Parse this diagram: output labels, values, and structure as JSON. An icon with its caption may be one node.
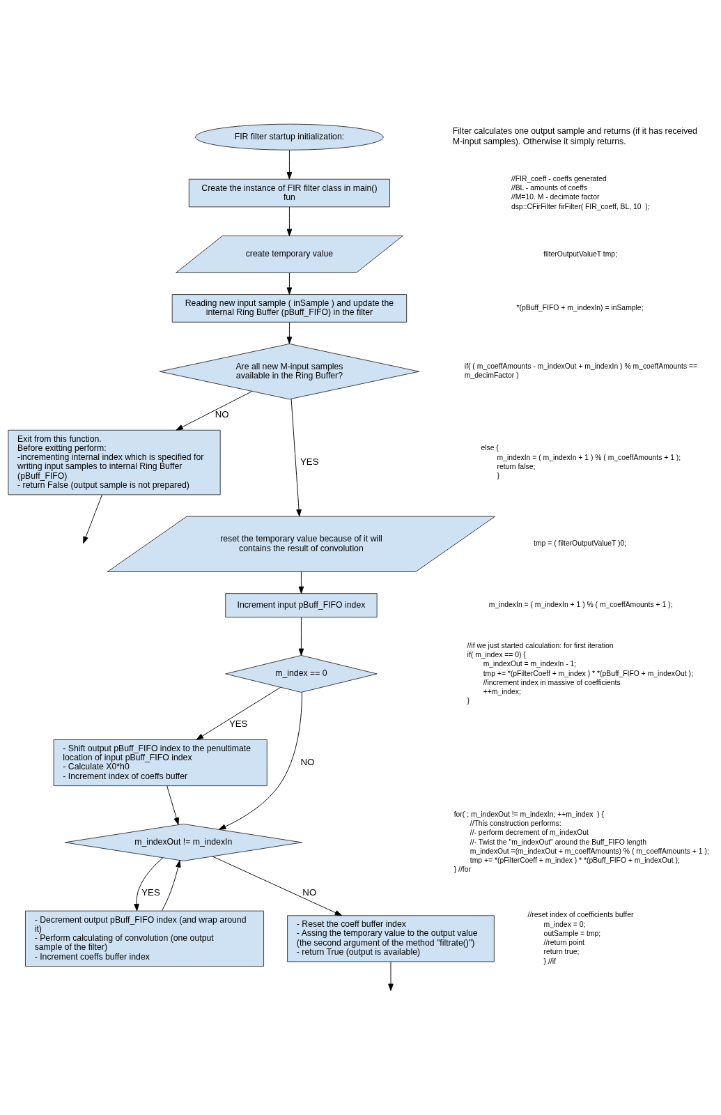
{
  "diagram": {
    "nodes": [
      {
        "text": [
          "FIR filter startup initialization:"
        ]
      },
      {
        "text": [
          "Create the instance of FIR filter class in main() fun"
        ]
      },
      {
        "text": [
          "create temporary value"
        ]
      },
      {
        "text": [
          "Reading new input sample ( inSample ) and update the internal Ring Buffer (pBuff_FIFO) in the filter"
        ]
      },
      {
        "text": [
          "Are all new M-input samples available in the Ring Buffer?"
        ]
      },
      {
        "text": [
          "Exit from this function.",
          "Before exitting perform:",
          "-incrementing internal index which is specified for writing input samples to internal Ring Buffer (pBuff_FIFO)",
          "- return False (output sample is not prepared)"
        ]
      },
      {
        "text": [
          "reset the temporary value because of it will contains the result of convolution"
        ]
      },
      {
        "text": [
          "Increment input pBuff_FIFO index"
        ]
      },
      {
        "text": [
          "m_index == 0"
        ]
      },
      {
        "text": [
          "- Shift output pBuff_FIFO index to the penultimate location of input pBuff_FIFO index",
          "- Calculate X0*h0",
          "- Increment index of coeffs buffer"
        ]
      },
      {
        "text": [
          "m_indexOut != m_indexIn"
        ]
      },
      {
        "text": [
          "- Decrement output pBuff_FIFO index (and wrap around it)",
          "- Perform calculating of convolution (one output sample of the filter)",
          "- Increment coeffs buffer index"
        ]
      },
      {
        "text": [
          "- Reset the coeff buffer index",
          "- Assing the temporary value to the output value (the second argument of the method \"filtrate()\")",
          "- return True (output is available)"
        ]
      }
    ],
    "edges": [
      {
        "from": 0,
        "to": 1,
        "arrow": "to"
      },
      {
        "from": 1,
        "to": 2,
        "arrow": "to"
      },
      {
        "from": 2,
        "to": 3,
        "arrow": "to"
      },
      {
        "from": 3,
        "to": 4,
        "arrow": "to"
      },
      {
        "from": 4,
        "to": 5,
        "label": "NO",
        "arrow": "to"
      },
      {
        "from": 4,
        "to": 6,
        "label": "YES",
        "arrow": "to"
      },
      {
        "from": 5,
        "to": null,
        "arrow": "to"
      },
      {
        "from": 6,
        "to": 7,
        "arrow": "to"
      },
      {
        "from": 7,
        "to": 8,
        "arrow": "to"
      },
      {
        "from": 8,
        "to": 9,
        "label": "YES",
        "arrow": "to"
      },
      {
        "from": 8,
        "to": 10,
        "label": "NO",
        "arrow": "to"
      },
      {
        "from": 9,
        "to": 10,
        "arrow": "to"
      },
      {
        "from": 11,
        "to": 10,
        "arrow": "to"
      },
      {
        "from": 10,
        "to": 11,
        "label": "YES",
        "arrow": "to"
      },
      {
        "from": 10,
        "to": 12,
        "label": "NO",
        "arrow": "to"
      },
      {
        "from": 12,
        "to": null,
        "arrow": "to"
      }
    ],
    "labels": [
      "Filter calculates one output sample and returns (if it has received M-input samples). Otherwise it simply returns.",
      "//FIR_coeff - coeffs generated",
      "//BL - amounts of coeffs",
      "//M=10. M - decimate factor",
      "dsp::CFirFilter firFilter( FIR_coeff, BL, 10  );",
      "filterOutputValueT tmp;",
      "*(pBuff_FIFO + m_indexIn) = inSample;",
      "if( ( m_coeffAmounts - m_indexOut + m_indexIn ) % m_coeffAmounts == m_decimFactor )",
      "else {",
      "m_indexIn = ( m_indexIn + 1 ) % ( m_coeffAmounts + 1 );",
      "return false;",
      "}",
      "tmp = ( filterOutputValueT )0;",
      "m_indexIn = ( m_indexIn + 1 ) % ( m_coeffAmounts + 1 );",
      "//if we just started calculation: for first iteration",
      "if( m_index == 0) {",
      "m_indexOut = m_indexIn - 1;",
      "tmp += *(pFilterCoeff + m_index ) * *(pBuff_FIFO + m_indexOut );",
      "//increment index in massive of coefficients",
      "++m_index;",
      "}",
      "for( ; m_indexOut != m_indexIn; ++m_index  ) {",
      "//This construction performs:",
      "//- perform decrement of m_indexOut",
      "//- Twist the \"m_indexOut\" around the Buff_FIFO length",
      "m_indexOut =(m_indexOut + m_coeffAmounts) % ( m_coeffAmounts + 1 );",
      "tmp += *(pFilterCoeff + m_index ) * *(pBuff_FIFO + m_indexOut );",
      "} //for",
      "//reset index of coefficients buffer",
      "m_index = 0;",
      "outSample = tmp;",
      "//return point",
      "return true;",
      "} //if"
    ]
  }
}
